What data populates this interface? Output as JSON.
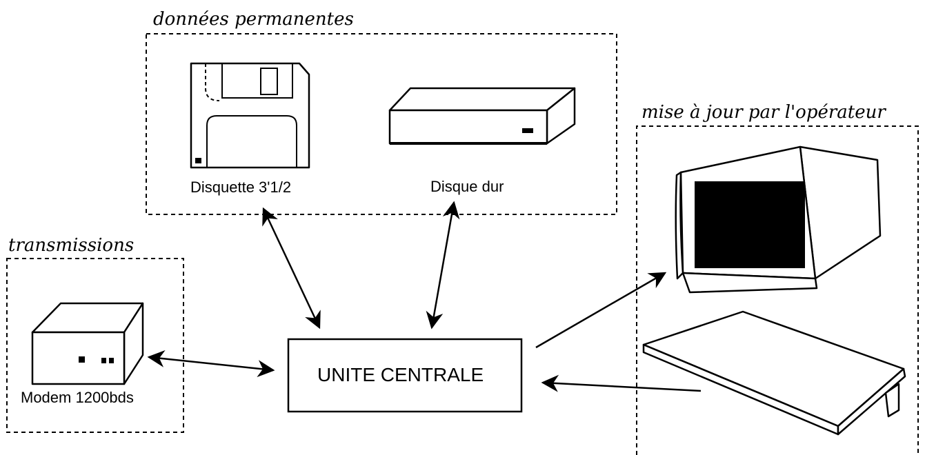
{
  "groups": {
    "permanent": {
      "label": "données permanentes"
    },
    "transmissions": {
      "label": "transmissions"
    },
    "operator": {
      "label": "mise à jour par l'opérateur"
    }
  },
  "devices": {
    "floppy": {
      "label": "Disquette 3'1/2",
      "icon": "floppy-disk-icon"
    },
    "harddisk": {
      "label": "Disque dur",
      "icon": "hard-disk-icon"
    },
    "modem": {
      "label": "Modem 1200bds",
      "icon": "modem-icon"
    },
    "monitor": {
      "icon": "monitor-icon"
    },
    "keyboard": {
      "icon": "keyboard-icon"
    }
  },
  "central_unit": {
    "label": "UNITE CENTRALE"
  },
  "colors": {
    "ink": "#000000",
    "background": "#ffffff"
  }
}
